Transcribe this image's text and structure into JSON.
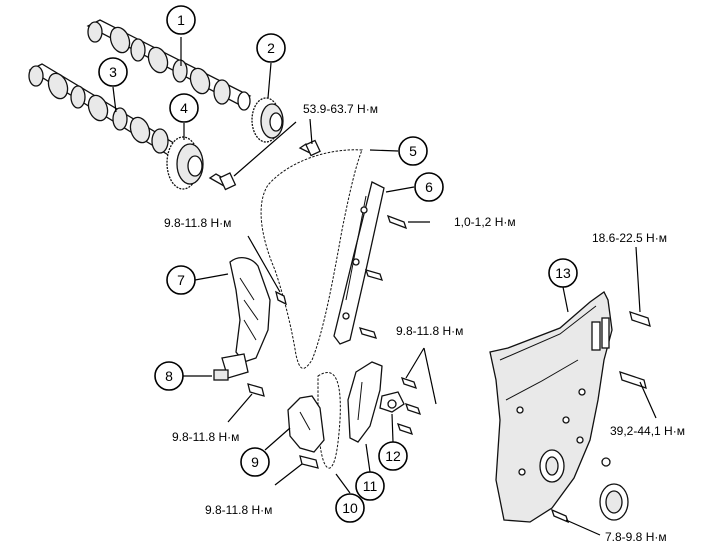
{
  "callouts": [
    {
      "id": "c1",
      "number": "1"
    },
    {
      "id": "c2",
      "number": "2"
    },
    {
      "id": "c3",
      "number": "3"
    },
    {
      "id": "c4",
      "number": "4"
    },
    {
      "id": "c5",
      "number": "5"
    },
    {
      "id": "c6",
      "number": "6"
    },
    {
      "id": "c7",
      "number": "7"
    },
    {
      "id": "c8",
      "number": "8"
    },
    {
      "id": "c9",
      "number": "9"
    },
    {
      "id": "c10",
      "number": "10"
    },
    {
      "id": "c11",
      "number": "11"
    },
    {
      "id": "c12",
      "number": "12"
    },
    {
      "id": "c13",
      "number": "13"
    }
  ],
  "torque_labels": [
    {
      "id": "t_cam_bolts",
      "text": "53.9-63.7 Н·м"
    },
    {
      "id": "t_guide_bolts",
      "text": "1,0-1,2 Н·м"
    },
    {
      "id": "t_arm_upper",
      "text": "9.8-11.8 Н·м"
    },
    {
      "id": "t_tensioner",
      "text": "9.8-11.8 Н·м"
    },
    {
      "id": "t_arm_lower",
      "text": "9.8-11.8 Н·м"
    },
    {
      "id": "t_guide_lower",
      "text": "9.8-11.8 Н·м"
    },
    {
      "id": "t_cover_top",
      "text": "18.6-22.5 Н·м"
    },
    {
      "id": "t_cover_mid",
      "text": "39,2-44,1 Н·м"
    },
    {
      "id": "t_cover_bottom",
      "text": "7.8-9.8 Н·м"
    }
  ]
}
